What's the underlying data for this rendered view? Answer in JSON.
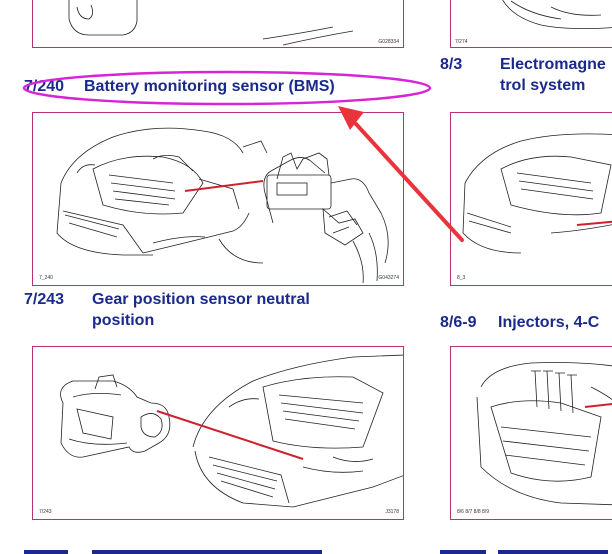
{
  "sections": {
    "bms": {
      "number": "7/240",
      "title": "Battery monitoring sensor (BMS)",
      "fig_code": "7_240",
      "ref_code": "G043274"
    },
    "gear": {
      "number": "7/243",
      "title_line1": "Gear position sensor neutral",
      "title_line2": "position",
      "fig_code": "7/243",
      "ref_code": "J3178"
    },
    "electro": {
      "number": "8/3",
      "title_line1": "Electromagne",
      "title_line2": "trol system",
      "fig_code": "8_3"
    },
    "injectors": {
      "number": "8/6-9",
      "title": "Injectors, 4-C",
      "fig_code": "8/6 8/7 8/8 8/9"
    },
    "top_left": {
      "ref_code": "G028334"
    },
    "top_right": {
      "fig_code": "7/274"
    }
  },
  "colors": {
    "heading": "#1a2a8c",
    "frame": "#b8327a",
    "highlight": "#d624d6",
    "arrow": "#e8343a",
    "pointer": "#d0202e"
  }
}
